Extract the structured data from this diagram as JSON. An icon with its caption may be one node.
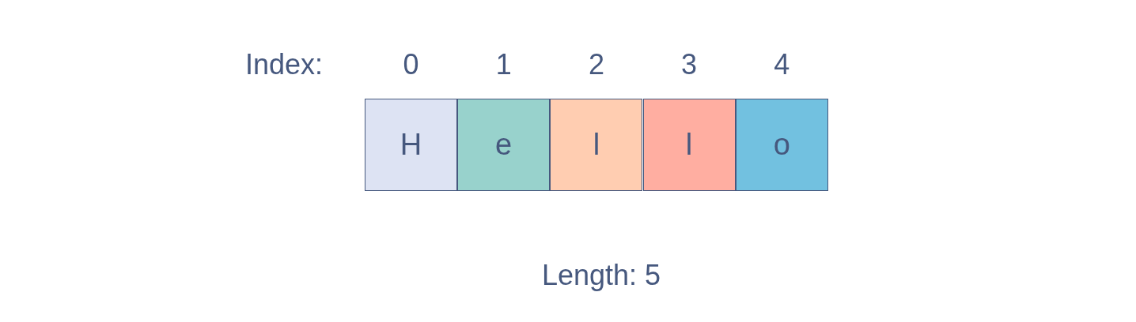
{
  "diagram": {
    "nodes": [
      {
        "text": [
          "H"
        ]
      },
      {
        "text": [
          "e"
        ]
      },
      {
        "text": [
          "l"
        ]
      },
      {
        "text": [
          "l"
        ]
      },
      {
        "text": [
          "o"
        ]
      }
    ],
    "labels": [
      "Index:",
      "0",
      "1",
      "2",
      "3",
      "4",
      "Length: 5"
    ]
  }
}
